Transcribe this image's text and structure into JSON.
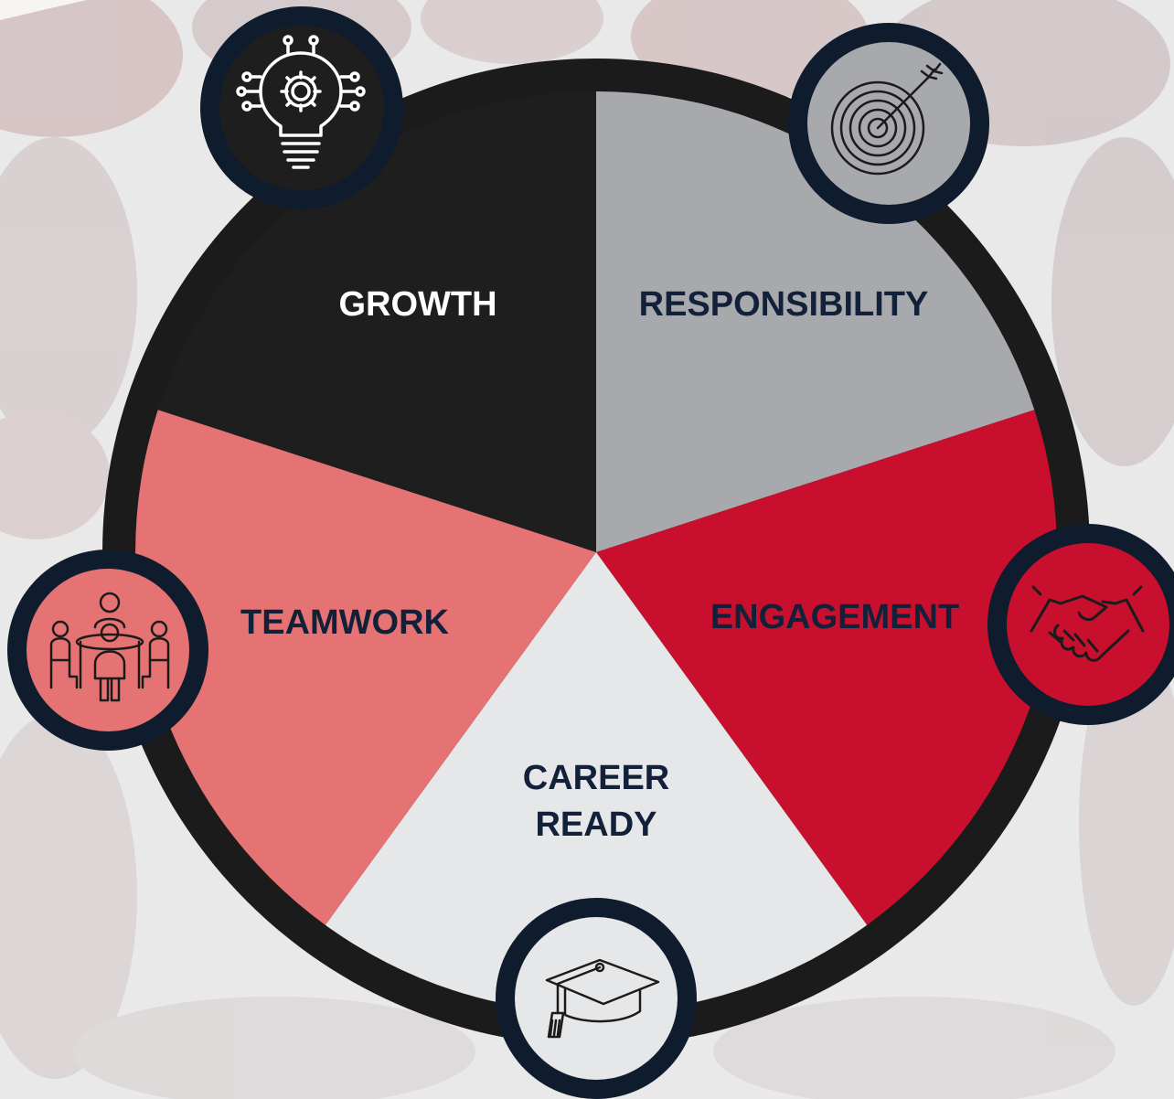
{
  "diagram": {
    "segments": [
      {
        "id": "growth",
        "label_lines": [
          "GROWTH"
        ],
        "fill": "#1e1e1e",
        "label_color": "#ffffff",
        "icon": "lightbulb-gear-icon"
      },
      {
        "id": "responsibility",
        "label_lines": [
          "RESPONSIBILITY"
        ],
        "fill": "#a8a9ac",
        "label_color": "#13203a",
        "icon": "target-arrow-icon"
      },
      {
        "id": "engagement",
        "label_lines": [
          "ENGAGEMENT"
        ],
        "fill": "#c8102e",
        "label_color": "#13203a",
        "icon": "handshake-icon"
      },
      {
        "id": "career-ready",
        "label_lines": [
          "CAREER",
          "READY"
        ],
        "fill": "#e6e7e9",
        "label_color": "#13203a",
        "icon": "graduation-cap-icon"
      },
      {
        "id": "teamwork",
        "label_lines": [
          "TEAMWORK"
        ],
        "fill": "#e57373",
        "label_color": "#13203a",
        "icon": "team-meeting-icon"
      }
    ],
    "colors": {
      "ring": "#1b1b1b",
      "badge_border": "#0f1c2e",
      "background": "#e9e9ea",
      "photo_accent": "#c8102e"
    }
  }
}
